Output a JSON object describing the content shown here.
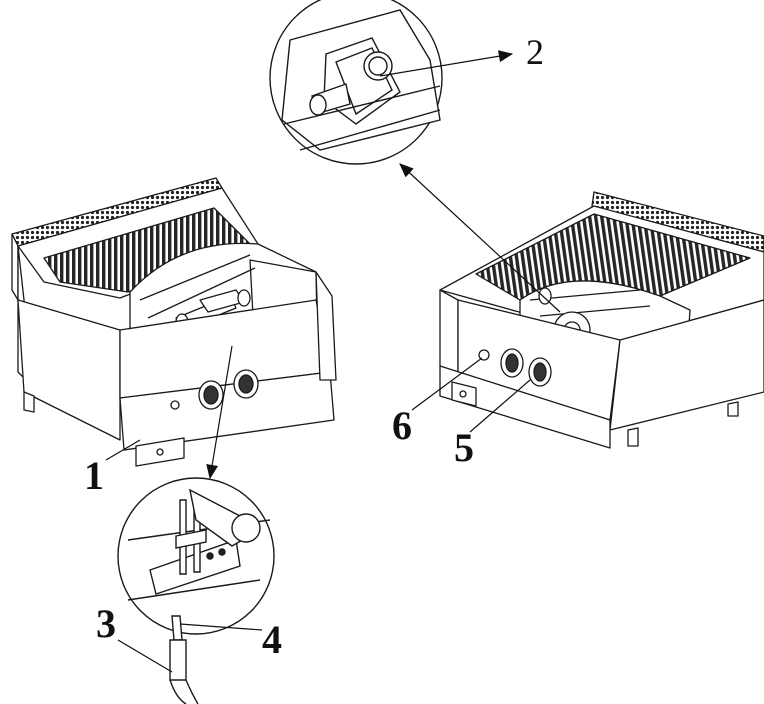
{
  "callouts": {
    "c1": "1",
    "c2": "2",
    "c3": "3",
    "c4": "4",
    "c5": "5",
    "c6": "6"
  },
  "colors": {
    "line": "#1a1a1a",
    "grate": "#2b2b2b",
    "background": "#ffffff"
  }
}
